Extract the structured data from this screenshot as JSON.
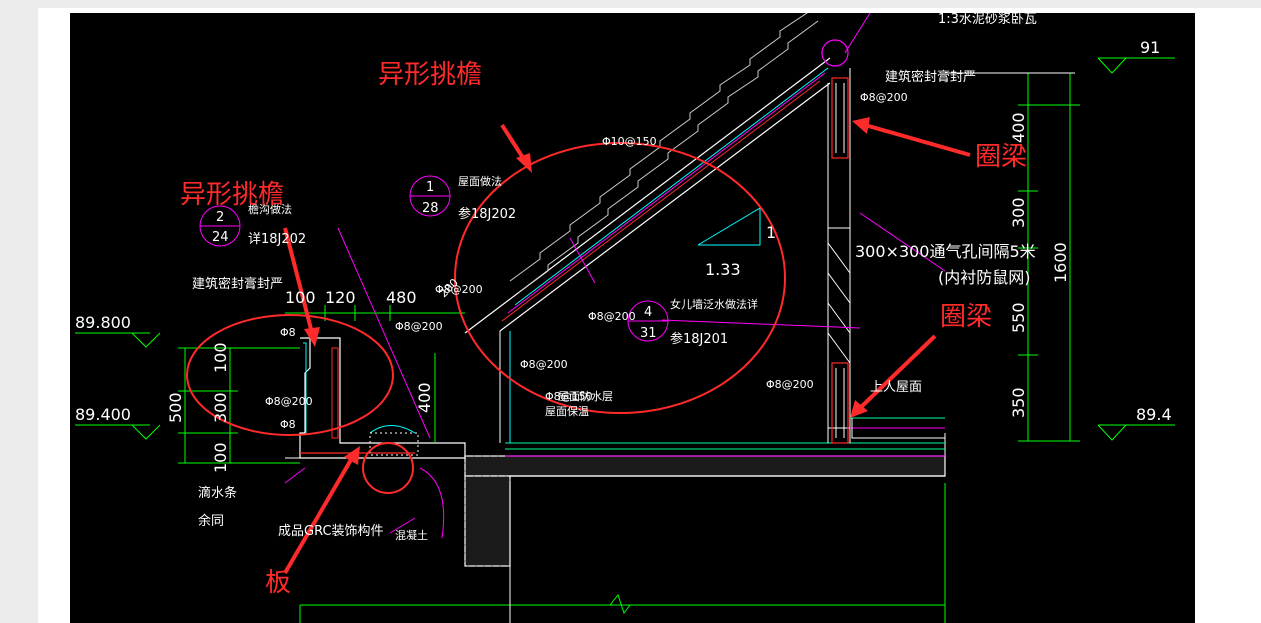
{
  "annotations": {
    "special_eave_top": "异形挑檐",
    "special_eave_left": "异形挑檐",
    "ring_beam_top": "圈梁",
    "ring_beam_right": "圈梁",
    "slab": "板"
  },
  "labels": {
    "mortar_note": "1:3水泥砂浆卧瓦",
    "sealant_right": "建筑密封膏封严",
    "sealant_left": "建筑密封膏封严",
    "vent_note": "300×300通气孔间隔5米",
    "vent_note2": "(内衬防鼠网)",
    "roof_method": "屋面做法",
    "roof_ref": "参18J202",
    "eave_method": "檐沟做法",
    "eave_ref": "详18J202",
    "parapet_method": "女儿墙泛水做法详",
    "parapet_ref": "参18J201",
    "upper_roof": "上人屋面",
    "drip": "滴水条",
    "drip_same": "余同",
    "grc": "成品GRC装饰构件",
    "concrete": "混凝土",
    "waterproof": "屋面防水层",
    "deco": "屋面保温"
  },
  "callouts": {
    "roof_num": "1",
    "roof_sheet": "28",
    "eave_num": "2",
    "eave_sheet": "24",
    "parapet_num": "4",
    "parapet_sheet": "31"
  },
  "rebar": {
    "r1": "Φ8@200",
    "r2": "Φ10@150",
    "r3": "Φ8@200",
    "r4": "Φ8@200",
    "r5": "Φ8@200",
    "r6": "Φ8@150",
    "r7": "Φ8@200",
    "r8": "Φ8@200",
    "r9": "Φ8@200",
    "r10": "Φ8",
    "r11": "Φ8"
  },
  "slope": {
    "rise": "1",
    "run": "1.33"
  },
  "elevations": {
    "top_right": "91",
    "right": "89.4",
    "left_upper": "89.800",
    "left_lower": "89.400"
  },
  "dimensions": {
    "right_total": "1600",
    "right_1": "400",
    "right_2": "300",
    "right_3": "550",
    "right_4": "350",
    "left_total": "500",
    "left_1": "100",
    "left_2": "300",
    "left_3": "100",
    "top_1": "100",
    "top_2": "120",
    "top_3": "480",
    "mid_vertical": "400",
    "angle": "200"
  }
}
